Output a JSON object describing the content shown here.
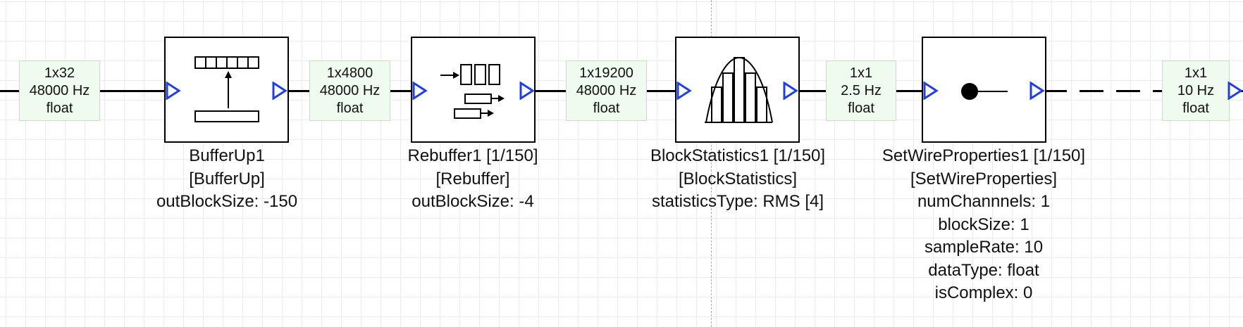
{
  "wires": [
    {
      "dims": "1x32",
      "rate": "48000 Hz",
      "type": "float"
    },
    {
      "dims": "1x4800",
      "rate": "48000 Hz",
      "type": "float"
    },
    {
      "dims": "1x19200",
      "rate": "48000 Hz",
      "type": "float"
    },
    {
      "dims": "1x1",
      "rate": "2.5 Hz",
      "type": "float"
    },
    {
      "dims": "1x1",
      "rate": "10 Hz",
      "type": "float"
    }
  ],
  "blocks": [
    {
      "name": "BufferUp1",
      "type": "[BufferUp]",
      "params": [
        "outBlockSize: -150"
      ],
      "icon": "buffer-up-icon"
    },
    {
      "name": "Rebuffer1 [1/150]",
      "type": "[Rebuffer]",
      "params": [
        "outBlockSize: -4"
      ],
      "icon": "rebuffer-icon"
    },
    {
      "name": "BlockStatistics1 [1/150]",
      "type": "[BlockStatistics]",
      "params": [
        "statisticsType: RMS [4]"
      ],
      "icon": "histogram-icon"
    },
    {
      "name": "SetWireProperties1 [1/150]",
      "type": "[SetWireProperties]",
      "params": [
        "numChannnels: 1",
        "blockSize: 1",
        "sampleRate: 10",
        "dataType: float",
        "isComplex: 0"
      ],
      "icon": "wire-properties-icon"
    }
  ],
  "colors": {
    "port": "#1f3fe0",
    "wire_label_bg": "#effbee",
    "separator": "#a9a8e6"
  }
}
